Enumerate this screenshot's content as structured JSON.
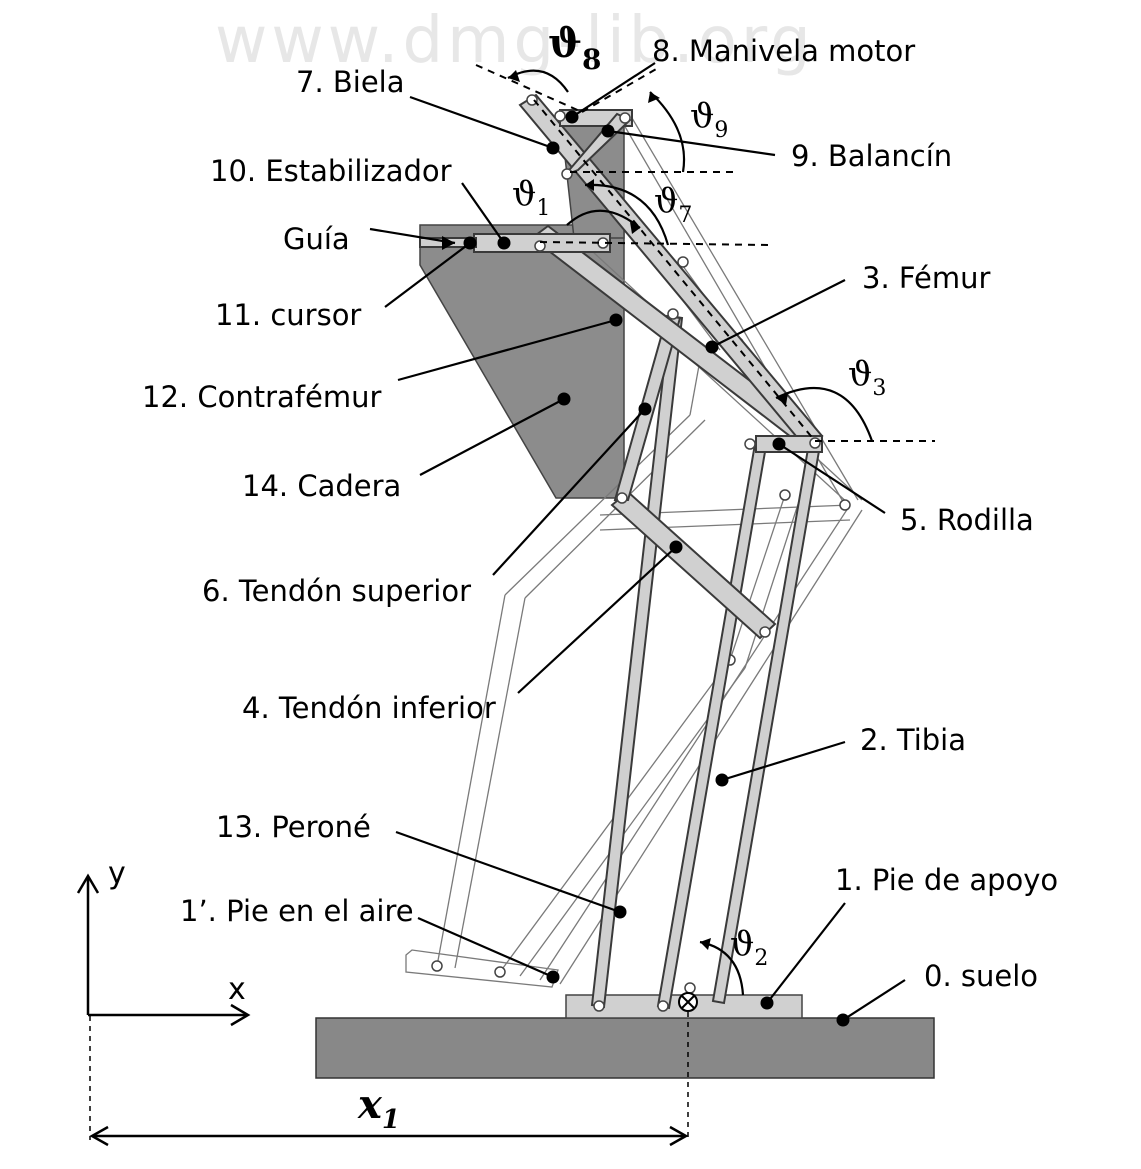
{
  "watermark": "www.dmg-lib.org",
  "labels": {
    "manivela": "8. Manivela motor",
    "biela": "7. Biela",
    "balancin": "9. Balancín",
    "estabilizador": "10. Estabilizador",
    "guia": "Guía",
    "cursor": "11. cursor",
    "femur": "3. Fémur",
    "contrafemur": "12. Contrafémur",
    "cadera": "14. Cadera",
    "rodilla": "5. Rodilla",
    "tendon_superior": "6. Tendón  superior",
    "tendon_inferior": "4. Tendón  inferior",
    "tibia": "2. Tibia",
    "perone": "13. Peroné",
    "pie_apoyo": "1. Pie de apoyo",
    "pie_aire": "1’. Pie en el aire",
    "suelo": "0. suelo"
  },
  "angles": {
    "theta8": {
      "sym": "ϑ",
      "sub": "8"
    },
    "theta9": {
      "sym": "ϑ",
      "sub": "9"
    },
    "theta1": {
      "sym": "ϑ",
      "sub": "1"
    },
    "theta7": {
      "sym": "ϑ",
      "sub": "7"
    },
    "theta3": {
      "sym": "ϑ",
      "sub": "3"
    },
    "theta2": {
      "sym": "ϑ",
      "sub": "2"
    }
  },
  "axes": {
    "x": "x",
    "y": "y"
  },
  "dimension": {
    "sym": "x",
    "sub": "1"
  },
  "colors": {
    "link_fill": "#d0d0d0",
    "body_fill": "#8c8c8c",
    "ground_fill": "#888888"
  }
}
